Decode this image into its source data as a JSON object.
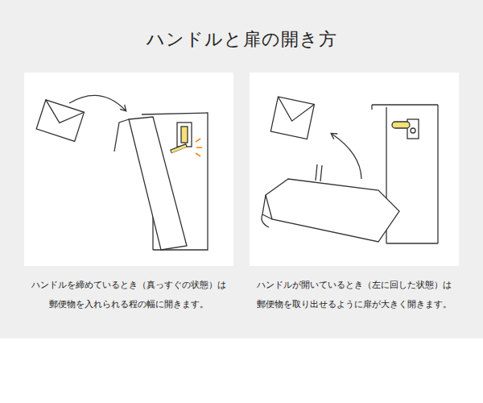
{
  "diagram": {
    "title": "ハンドルと扉の開き方",
    "labels": [
      "ハンドルを締めているとき（真っすぐの状態）は 郵便物を入れられる程の幅に開きます。",
      "ハンドルが開いているとき（左に回した状態）は 郵便物を取り出せるように扉が大きく開きます。"
    ]
  }
}
